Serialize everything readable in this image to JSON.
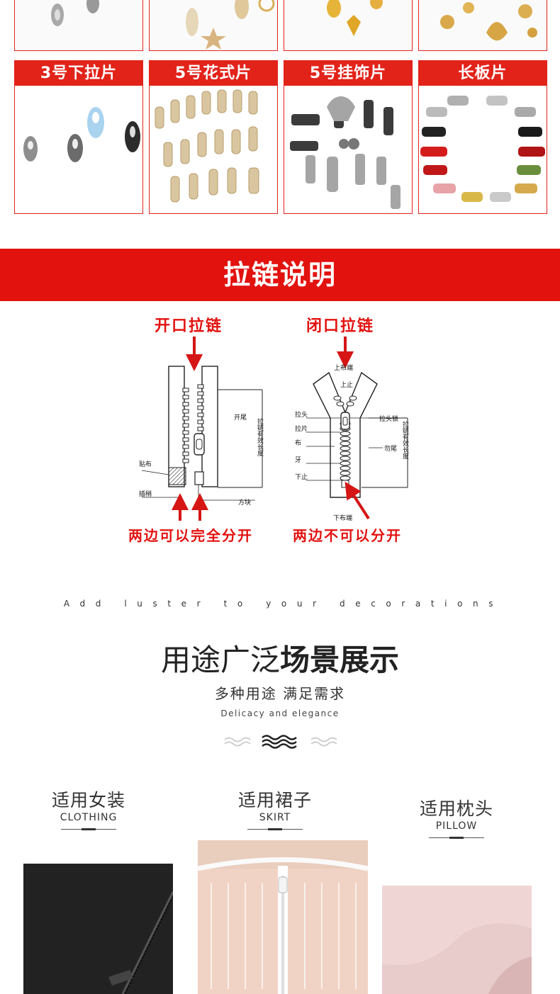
{
  "products": [
    {
      "label": "3号下拉片"
    },
    {
      "label": "5号花式片"
    },
    {
      "label": "5号挂饰片"
    },
    {
      "label": "长板片"
    }
  ],
  "banner": {
    "title": "拉链说明"
  },
  "diagram": {
    "open_title": "开口拉链",
    "closed_title": "闭口拉链",
    "open_caption": "两边可以完全分开",
    "closed_caption": "两边不可以分开",
    "open_labels": {
      "open_tail": "开尾",
      "patch_cloth": "贴布",
      "insert_pin": "插稍",
      "square_block": "方块",
      "effective_length": "拉链有效长度"
    },
    "closed_labels": {
      "upper_cloth_end": "上布端",
      "top_stop": "上止",
      "slider": "拉头",
      "pull_tab": "拉片",
      "cloth": "布",
      "teeth": "牙",
      "bottom_stop": "下止",
      "lower_cloth_end": "下布端",
      "slider_lock": "拉头锁",
      "no_tail": "勿尾",
      "effective_length": "拉链有效长度"
    }
  },
  "intro": {
    "tagline": "Add luster to your decorations",
    "title_thin": "用途广泛",
    "title_bold": "场景展示",
    "subtitle": "多种用途 满足需求",
    "subtitle_en": "Delicacy and elegance"
  },
  "uses": [
    {
      "title": "适用女装",
      "sub": "CLOTHING"
    },
    {
      "title": "适用裙子",
      "sub": "SKIRT"
    },
    {
      "title": "适用枕头",
      "sub": "PILLOW"
    }
  ],
  "colors": {
    "accent": "#e2120f",
    "card_border": "#e2231a"
  }
}
